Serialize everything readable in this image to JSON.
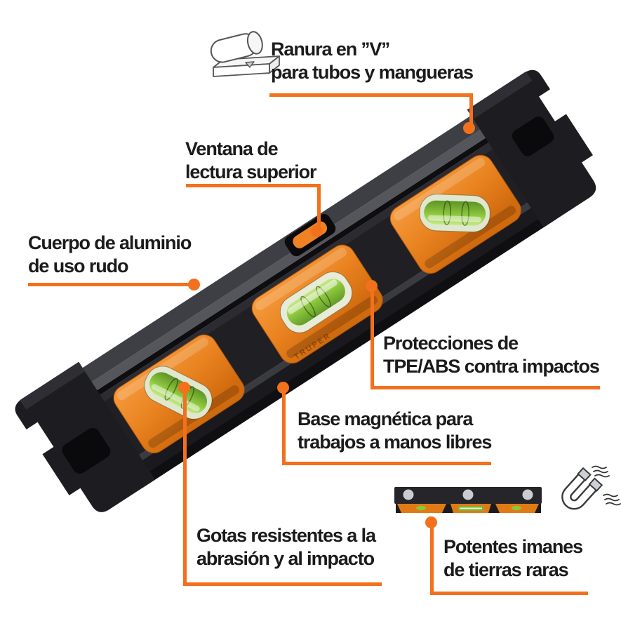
{
  "colors": {
    "accent": "#F3701D",
    "housing_orange": "#E8821F",
    "vial_green": "#8CC63E",
    "body_black": "#232327",
    "magnet_gray": "#C9CDD2",
    "label_text": "#1B1B1B"
  },
  "callouts": {
    "v_groove": {
      "line1": "Ranura en ’’V’’",
      "line2": "para tubos y mangueras"
    },
    "top_window": {
      "line1": "Ventana de",
      "line2": "lectura superior"
    },
    "aluminum_body": {
      "line1": "Cuerpo de aluminio",
      "line2": "de uso rudo"
    },
    "tpe_protection": {
      "line1": "Protecciones de",
      "line2": "TPE/ABS contra impactos"
    },
    "magnetic_base": {
      "line1": "Base magnética para",
      "line2": "trabajos a manos libres"
    },
    "impact_vials": {
      "line1": "Gotas resistentes a la",
      "line2": "abrasión y al impacto"
    },
    "rare_earth_magnets": {
      "line1": "Potentes imanes",
      "line2": "de tierras raras"
    }
  },
  "product": {
    "brand_embossed": "TRUPER"
  },
  "icons": {
    "v_groove": "v-groove-pipe-icon",
    "magnet": "horseshoe-magnet-icon"
  }
}
